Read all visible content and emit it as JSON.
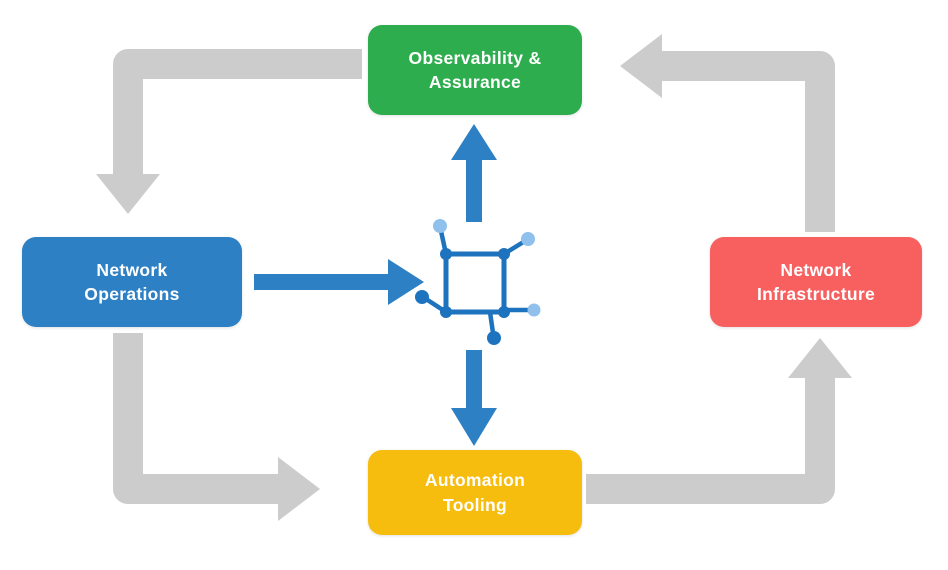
{
  "diagram": {
    "nodes": {
      "observability": {
        "label": "Observability & Assurance",
        "color": "#2ead4e"
      },
      "operations": {
        "label": "Network Operations",
        "color": "#2d80c4"
      },
      "infrastructure": {
        "label": "Network Infrastructure",
        "color": "#f85f5f"
      },
      "automation": {
        "label": "Automation Tooling",
        "color": "#f6bc0e"
      }
    },
    "edges": [
      {
        "from": "observability",
        "to": "operations",
        "style": "gray"
      },
      {
        "from": "operations",
        "to": "automation",
        "style": "gray"
      },
      {
        "from": "automation",
        "to": "infrastructure",
        "style": "gray"
      },
      {
        "from": "infrastructure",
        "to": "observability",
        "style": "gray"
      },
      {
        "from": "operations",
        "to": "center-icon",
        "style": "blue"
      },
      {
        "from": "center-icon",
        "to": "observability",
        "style": "blue"
      },
      {
        "from": "center-icon",
        "to": "automation",
        "style": "blue"
      }
    ],
    "colors": {
      "gray_arrow": "#cccccc",
      "blue_arrow": "#2d80c4",
      "icon_dark": "#1e73be",
      "icon_light": "#8fc1ec",
      "background": "#ffffff"
    },
    "center_icon": "network-nodes-icon"
  }
}
